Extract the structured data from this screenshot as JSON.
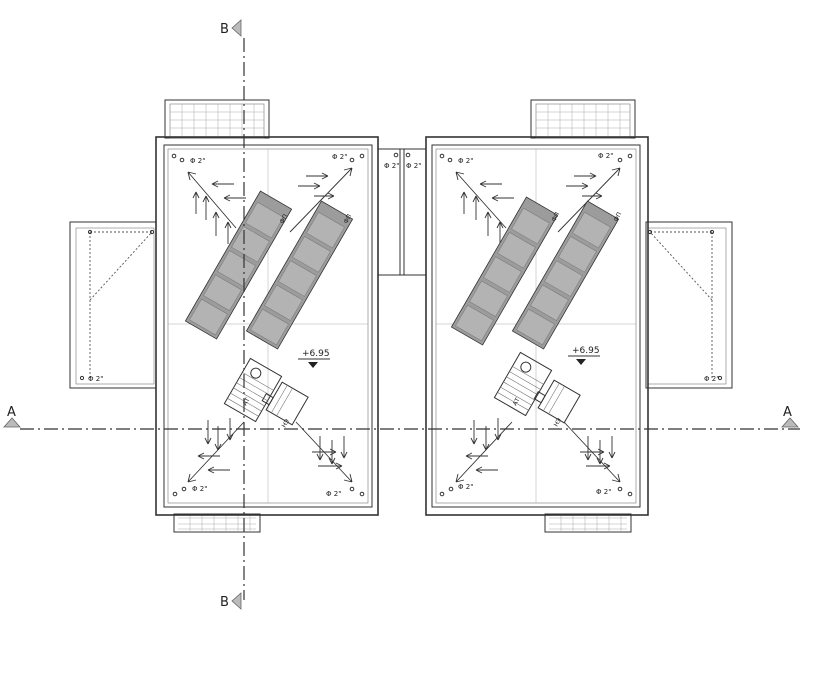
{
  "section_labels": {
    "a_left": "A",
    "a_right": "A",
    "b_top": "B",
    "b_bottom": "B"
  },
  "level_mark": {
    "left": "+6.95",
    "right": "+6.95"
  },
  "drain_label": "Φ 2\"",
  "equipment_labels": {
    "solar_panel": "ФП",
    "tank": "АТ",
    "pump": "НЭ"
  }
}
